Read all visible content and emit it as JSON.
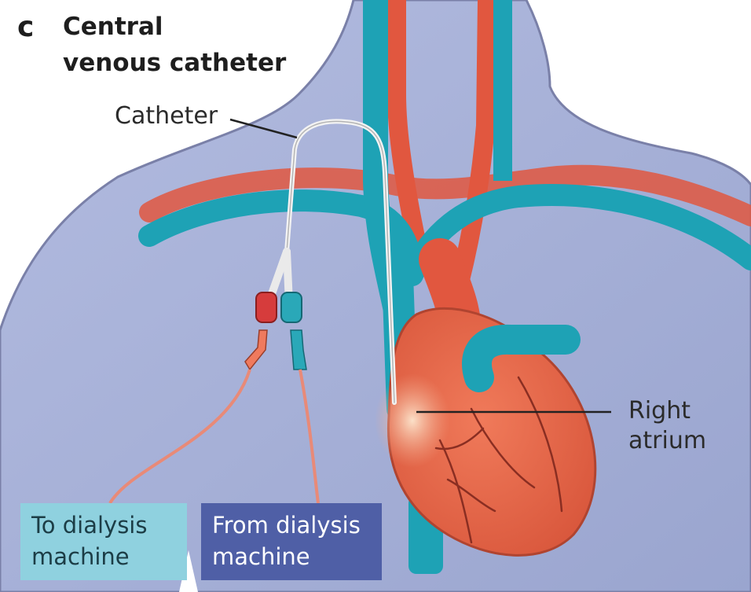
{
  "panel": {
    "letter": "c",
    "title_line1": "Central",
    "title_line2": "venous catheter"
  },
  "labels": {
    "catheter": "Catheter",
    "right_atrium_line1": "Right",
    "right_atrium_line2": "atrium"
  },
  "boxes": {
    "to_dialysis_line1": "To dialysis",
    "to_dialysis_line2": "machine",
    "from_dialysis_line1": "From dialysis",
    "from_dialysis_line2": "machine"
  },
  "colors": {
    "body": "#a9b3d6",
    "vein": "#1ea2b5",
    "artery": "#e1573f",
    "heart": "#e4674a",
    "to_box": "#8fd1df",
    "from_box": "#4f5fa6",
    "outline": "#6a7090"
  }
}
